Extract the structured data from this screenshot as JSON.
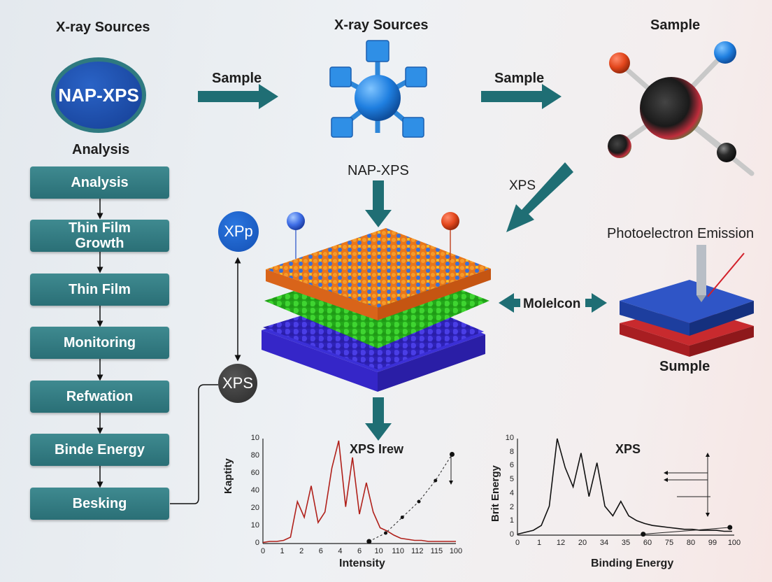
{
  "labels": {
    "top_left": "X-ray Sources",
    "top_center": "X-ray Sources",
    "top_right": "Sample",
    "analysis_heading": "Analysis",
    "arrow1": "Sample",
    "arrow2": "Sample",
    "nap_xps_top": "NAP-XPS",
    "xps_diag": "XPS",
    "photoelectron": "Photoelectron Emission",
    "molelcon": "Molelcon",
    "sumple": "Sumple"
  },
  "ellipse_text": "NAP-XPS",
  "circles": {
    "xpp": "XPp",
    "xps": "XPS"
  },
  "flow_steps": [
    "Analysis",
    "Thin Film\nGrowth",
    "Thin Film",
    "Monitoring",
    "Refwation",
    "Binde Energy",
    "Besking"
  ],
  "chart_data": [
    {
      "type": "line",
      "title": "XPS Irew",
      "xlabel": "Intensity",
      "ylabel": "Kaptity",
      "x_tick_labels": [
        "0",
        "1",
        "2",
        "6",
        "4",
        "6",
        "10",
        "110",
        "112",
        "115",
        "100"
      ],
      "y_tick_labels": [
        "0",
        "10",
        "20",
        "40",
        "60",
        "80",
        "10"
      ],
      "series": [
        {
          "style": "solid-red",
          "values": [
            1,
            2,
            2,
            3,
            6,
            40,
            25,
            55,
            20,
            30,
            72,
            98,
            35,
            82,
            28,
            58,
            30,
            15,
            12,
            8,
            5,
            4,
            3,
            3,
            2,
            2,
            2,
            2,
            2
          ]
        },
        {
          "style": "dotted-black",
          "values": [
            2,
            10,
            25,
            40,
            60,
            85
          ]
        }
      ]
    },
    {
      "type": "line",
      "title": "XPS",
      "xlabel": "Binding Energy",
      "ylabel": "Brit Energy",
      "x_tick_labels": [
        "0",
        "1",
        "12",
        "20",
        "34",
        "35",
        "60",
        "75",
        "80",
        "99",
        "100"
      ],
      "y_tick_labels": [
        "0",
        "1",
        "2",
        "4",
        "5",
        "6",
        "8",
        "10"
      ],
      "series": [
        {
          "style": "solid-black",
          "values": [
            1,
            3,
            5,
            10,
            30,
            100,
            70,
            50,
            85,
            40,
            75,
            30,
            20,
            35,
            20,
            15,
            12,
            10,
            9,
            8,
            7,
            6,
            6,
            5,
            5,
            5,
            4,
            4
          ]
        },
        {
          "style": "thin-black",
          "values": [
            1,
            8
          ]
        }
      ]
    }
  ],
  "colors": {
    "teal": "#2a6f76",
    "arrow_teal": "#1f6e74",
    "blue": "#1b5dc4",
    "layer_orange": "#f07a1c",
    "layer_green": "#2fc125",
    "layer_blue": "#3a2fd0",
    "red_line": "#b0201a"
  }
}
